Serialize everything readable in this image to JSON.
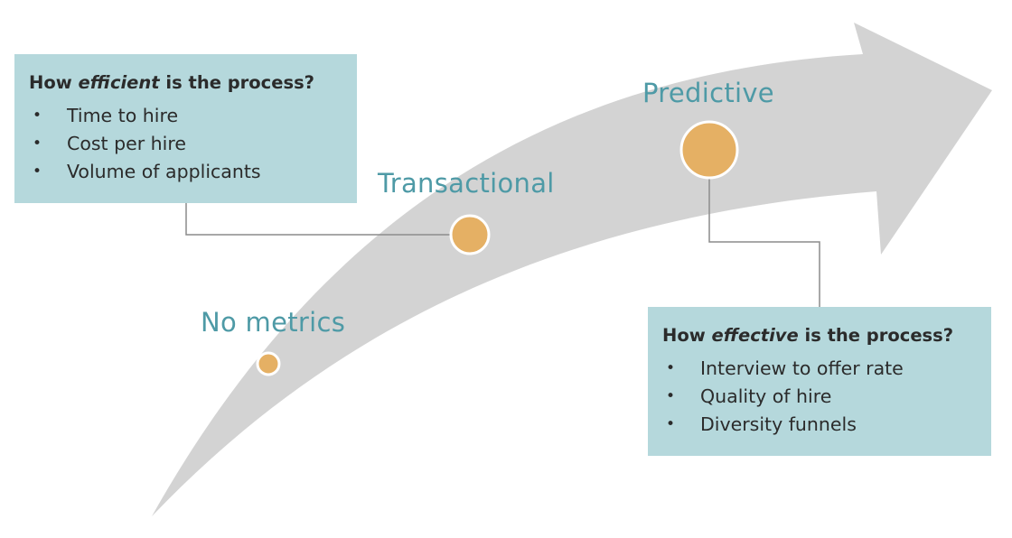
{
  "stages": [
    {
      "id": "none",
      "label": "No metrics"
    },
    {
      "id": "transactional",
      "label": "Transactional"
    },
    {
      "id": "predictive",
      "label": "Predictive"
    }
  ],
  "efficient_box": {
    "question_prefix": "How ",
    "question_emphasis": "efficient",
    "question_suffix": " is the process?",
    "items": [
      "Time to hire",
      "Cost per hire",
      "Volume of applicants"
    ]
  },
  "effective_box": {
    "question_prefix": "How ",
    "question_emphasis": "effective",
    "question_suffix": " is the process?",
    "items": [
      "Interview to offer rate",
      "Quality of hire",
      "Diversity funnels"
    ]
  },
  "colors": {
    "arrow": "#d3d3d3",
    "box": "#b5d8dc",
    "stage_text": "#4e9aa6",
    "dot": "#e5b064",
    "connector": "#8c8c8c"
  },
  "bullet_glyph": "•"
}
